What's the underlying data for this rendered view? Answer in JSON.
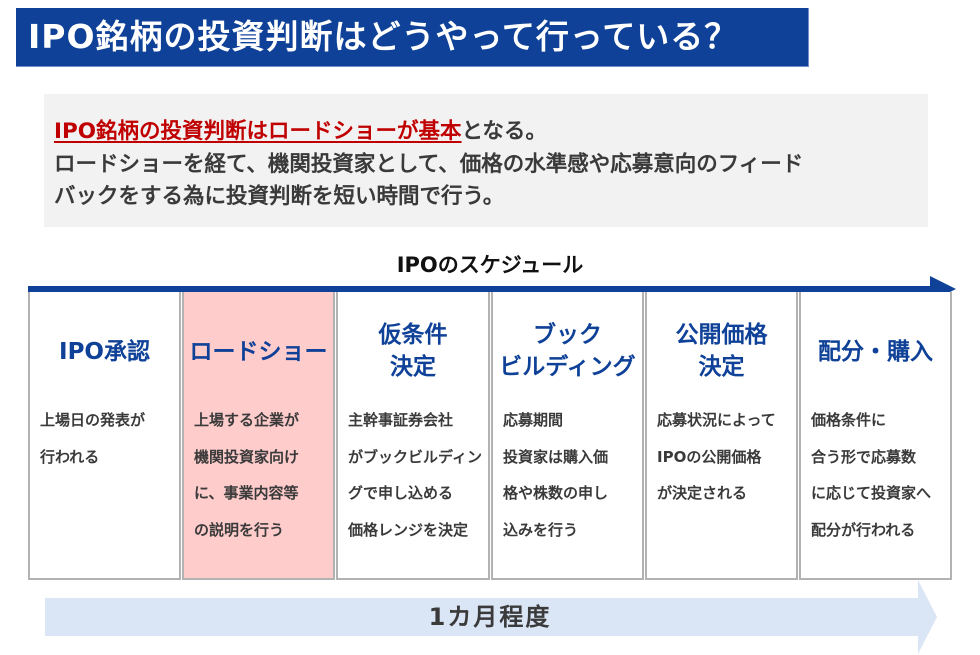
{
  "header": {
    "title": "IPO銘柄の投資判断はどうやって行っている？",
    "bar_color": "#0e4197"
  },
  "summary": {
    "line1_emphasis": "IPO銘柄の投資判断はロードショーが基本",
    "line1_rest": "となる。",
    "line2": "ロードショーを経て、機関投資家として、価格の水準感や応募意向のフィード",
    "line3": "バックをする為に投資判断を短い時間で行う。",
    "emphasis_color": "#c00000",
    "background": "#f2f2f2"
  },
  "schedule": {
    "title": "IPOのスケジュール",
    "stages": [
      {
        "title": "IPO承認",
        "description": "上場日の発表が\n行われる",
        "highlighted": false
      },
      {
        "title": "ロードショー",
        "description": "上場する企業が\n機関投資家向け\nに、事業内容等\nの説明を行う",
        "highlighted": true
      },
      {
        "title": "仮条件\n決定",
        "description": "主幹事証券会社\nがブックビルディン\nグで申し込める\n価格レンジを決定",
        "highlighted": false
      },
      {
        "title": "ブック\nビルディング",
        "description": "応募期間\n投資家は購入価\n格や株数の申し\n込みを行う",
        "highlighted": false
      },
      {
        "title": "公開価格\n決定",
        "description": "応募状況によって\nIPOの公開価格\nが決定される",
        "highlighted": false
      },
      {
        "title": "配分・購入",
        "description": "価格条件に\n合う形で応募数\nに応じて投資家へ\n配分が行われる",
        "highlighted": false
      }
    ],
    "highlight_color": "#ffcccc",
    "accent_color": "#0e4197"
  },
  "duration": {
    "label": "1カ月程度",
    "arrow_color": "#dae5f5"
  }
}
